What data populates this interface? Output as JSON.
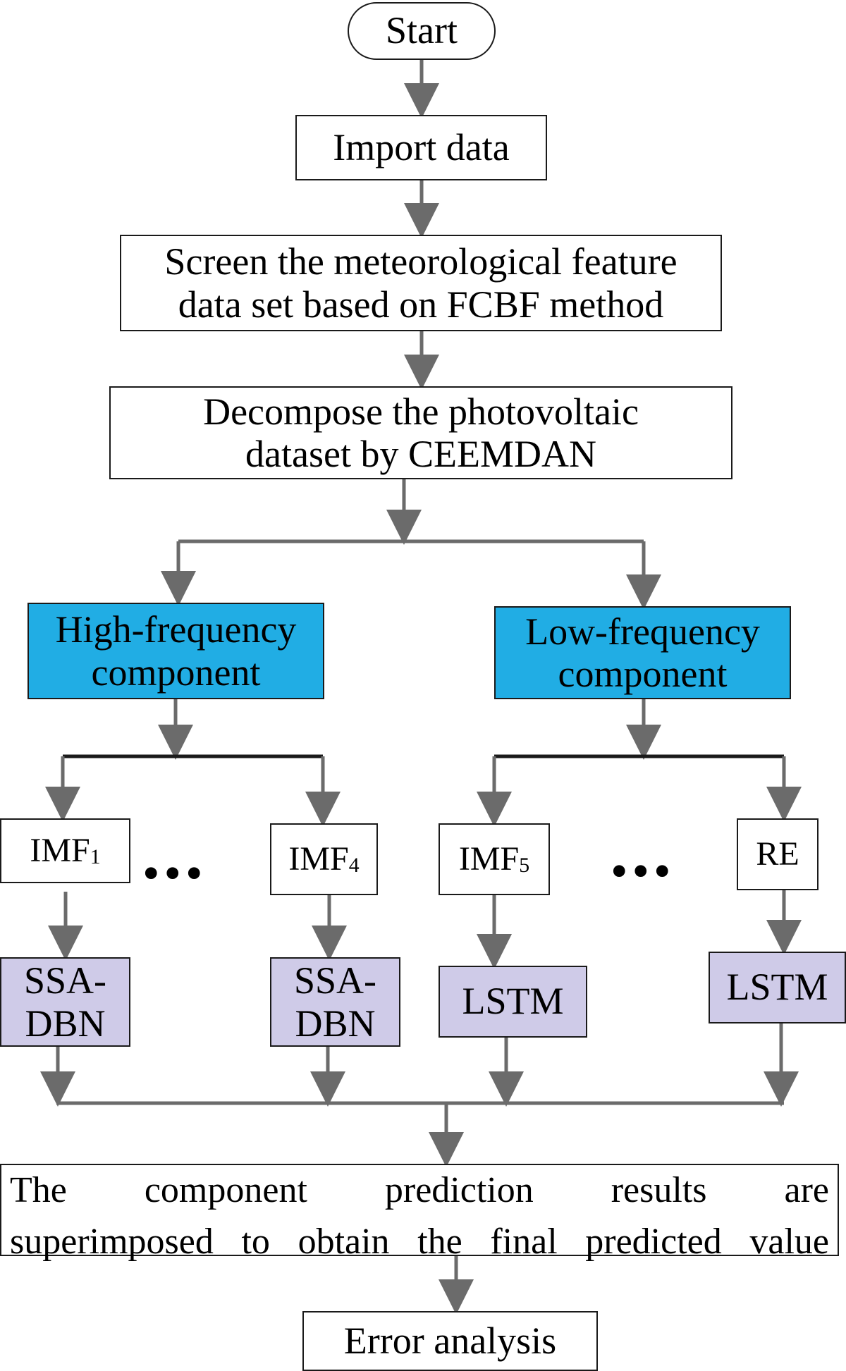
{
  "nodes": {
    "start": "Start",
    "import_data": "Import data",
    "screen_line1": "Screen the meteorological feature",
    "screen_line2": "data set based on FCBF method",
    "decompose_line1": "Decompose the photovoltaic",
    "decompose_line2": "dataset  by CEEMDAN",
    "high_line1": "High-frequency",
    "high_line2": "component",
    "low_line1": "Low-frequency",
    "low_line2": "component",
    "imf1_base": "IMF",
    "imf1_sub": "1",
    "imf4_base": "IMF",
    "imf4_sub": "4",
    "imf5_base": "IMF",
    "imf5_sub": "5",
    "re": "RE",
    "ssa_dbn1_line1": "SSA-",
    "ssa_dbn1_line2": "DBN",
    "ssa_dbn4_line1": "SSA-",
    "ssa_dbn4_line2": "DBN",
    "lstm5": "LSTM",
    "lstm_re": "LSTM",
    "superimpose_line1": "The component prediction results are",
    "superimpose_line2": "superimposed to obtain the final predicted value",
    "error_analysis": "Error analysis"
  },
  "ellipsis": {
    "high": "•••",
    "low": "•••"
  },
  "colors": {
    "high_low_fill": "#21ade4",
    "model_fill": "#cfcbe8",
    "arrow": "#6b6b6b",
    "bar": "#1a1a1a"
  }
}
